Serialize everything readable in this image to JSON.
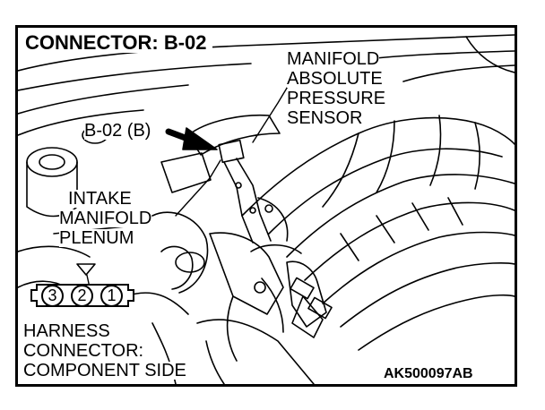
{
  "title": "CONNECTOR: B-02",
  "labels": {
    "sensor": [
      "MANIFOLD",
      "ABSOLUTE",
      "PRESSURE",
      "SENSOR"
    ],
    "connector_ref": "B-02 (B)",
    "plenum": [
      "INTAKE",
      "MANIFOLD",
      "PLENUM"
    ],
    "harness": [
      "HARNESS",
      "CONNECTOR:",
      "COMPONENT SIDE"
    ]
  },
  "pins": [
    "3",
    "2",
    "1"
  ],
  "figure_code": "AK500097AB"
}
